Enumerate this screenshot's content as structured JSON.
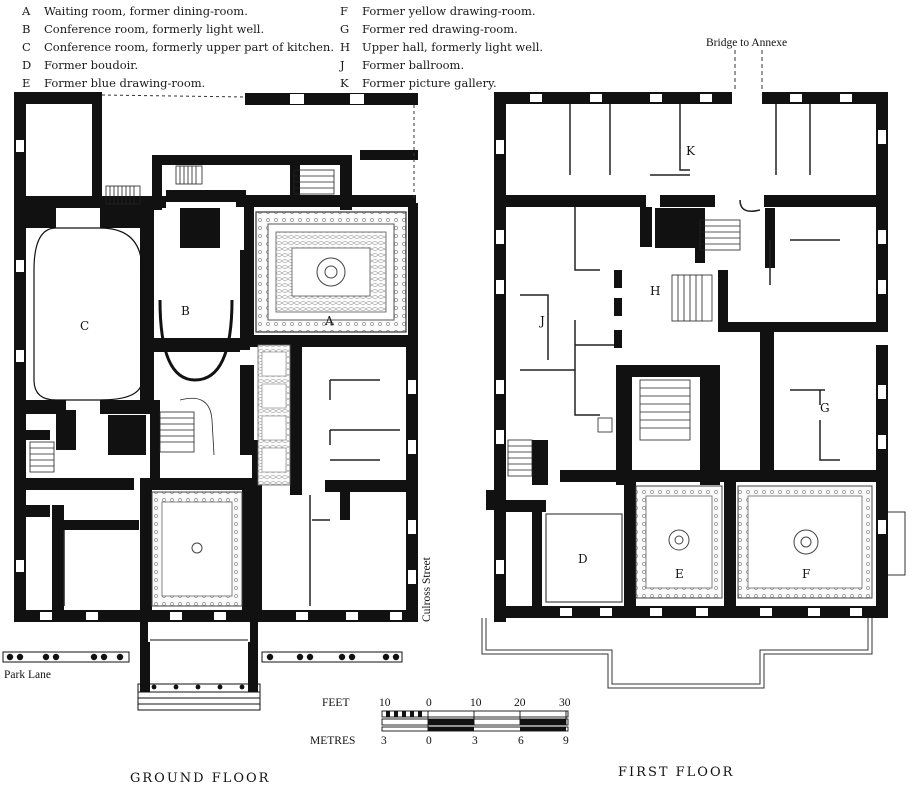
{
  "legend_left": [
    {
      "key": "A",
      "text": "Waiting room, former dining-room."
    },
    {
      "key": "B",
      "text": "Conference room, formerly light well."
    },
    {
      "key": "C",
      "text": "Conference room, formerly upper part of kitchen."
    },
    {
      "key": "D",
      "text": "Former boudoir."
    },
    {
      "key": "E",
      "text": "Former blue drawing-room."
    }
  ],
  "legend_right": [
    {
      "key": "F",
      "text": "Former yellow drawing-room."
    },
    {
      "key": "G",
      "text": "Former red drawing-room."
    },
    {
      "key": "H",
      "text": "Upper hall, formerly light well."
    },
    {
      "key": "J",
      "text": "Former ballroom."
    },
    {
      "key": "K",
      "text": "Former picture gallery."
    }
  ],
  "plan_labels": {
    "A": "A",
    "B": "B",
    "C": "C",
    "D": "D",
    "E": "E",
    "F": "F",
    "G": "G",
    "H": "H",
    "J": "J",
    "K": "K"
  },
  "streets": {
    "bridge": "Bridge to Annexe",
    "culross": "Culross Street",
    "park_lane": "Park Lane"
  },
  "scale": {
    "feet_label": "FEET",
    "metres_label": "METRES",
    "feet_ticks": [
      "10",
      "0",
      "10",
      "20",
      "30"
    ],
    "metres_ticks": [
      "3",
      "0",
      "3",
      "6",
      "9"
    ]
  },
  "captions": {
    "ground": "GROUND FLOOR",
    "first": "FIRST FLOOR"
  }
}
